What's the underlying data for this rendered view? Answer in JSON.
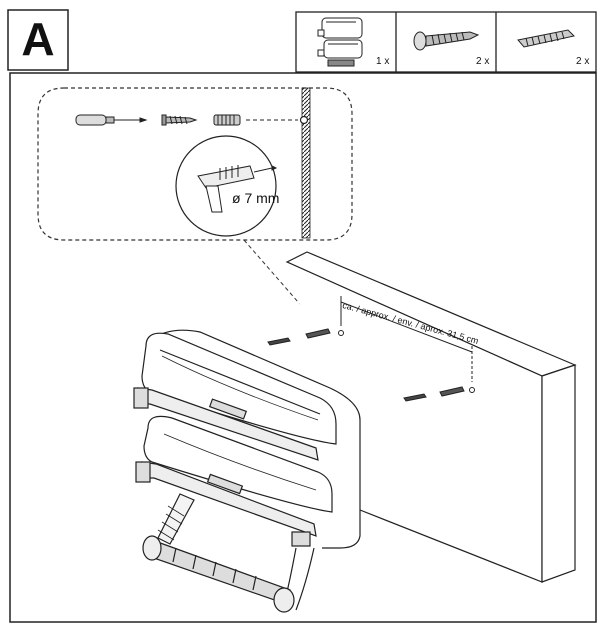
{
  "step": {
    "letter": "A"
  },
  "parts": [
    {
      "name": "dispenser",
      "icon": "dispenser-icon",
      "qty": "1 x"
    },
    {
      "name": "screw",
      "icon": "screw-icon",
      "qty": "2 x"
    },
    {
      "name": "wall-plug",
      "icon": "wall-plug-icon",
      "qty": "2 x"
    }
  ],
  "detail": {
    "drill_size": "ø 7 mm",
    "tools": [
      "screwdriver-icon",
      "screw-icon",
      "wall-plug-icon",
      "drill-icon"
    ]
  },
  "wall": {
    "distance_note": "ca. / approx. / env. / aprox. 31,5 cm"
  },
  "colors": {
    "line": "#1a1a1a",
    "background": "#ffffff",
    "shade": "#cfcfcf"
  }
}
